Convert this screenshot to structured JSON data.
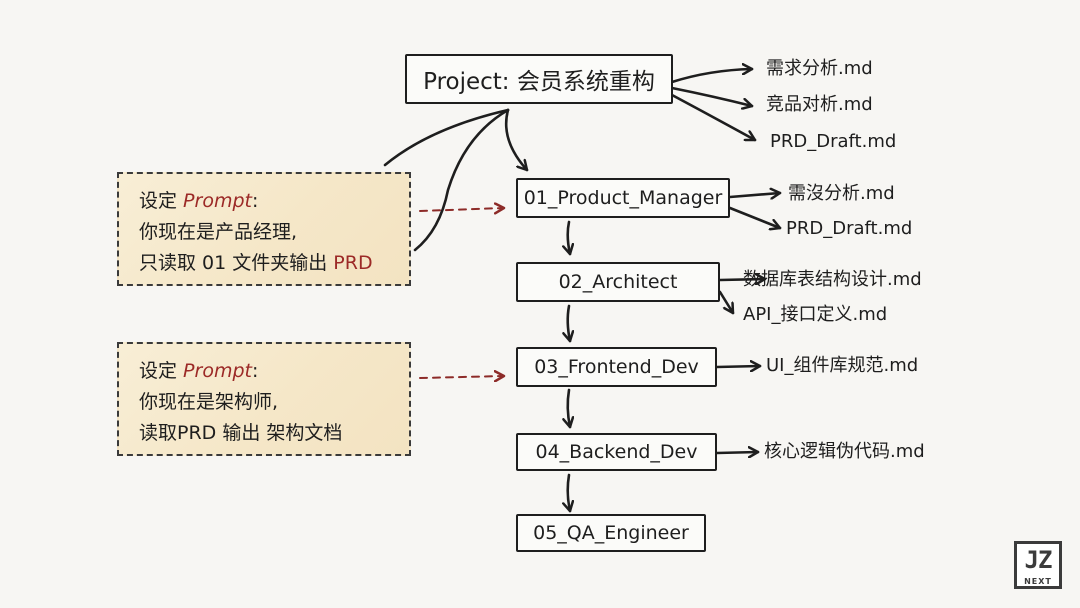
{
  "diagram": {
    "root": {
      "label": "Project: 会员系统重构"
    },
    "root_files": [
      {
        "label": "需求分析.md"
      },
      {
        "label": "竞品对析.md"
      },
      {
        "label": "PRD_Draft.md"
      }
    ],
    "folders": [
      {
        "label": "01_Product_Manager",
        "files": [
          "需沒分析.md",
          "PRD_Draft.md"
        ]
      },
      {
        "label": "02_Architect",
        "files": [
          "数据库表结构设计.md",
          "API_接口定义.md"
        ]
      },
      {
        "label": "03_Frontend_Dev",
        "files": [
          "UI_组件库规范.md"
        ]
      },
      {
        "label": "04_Backend_Dev",
        "files": [
          "核心逻辑伪代码.md"
        ]
      },
      {
        "label": "05_QA_Engineer",
        "files": []
      }
    ],
    "prompts": [
      {
        "prefix": "设定 ",
        "keyword": "Prompt",
        "colon": ":",
        "line2": "你现在是产品经理,",
        "line3_a": "只读取 01 文件夹输出 ",
        "line3_b": "PRD",
        "target": "01_Product_Manager"
      },
      {
        "prefix": "设定 ",
        "keyword": "Prompt",
        "colon": ":",
        "line2": "你现在是架构师,",
        "line3_a": "读取PRD 输出 架构文档",
        "line3_b": "",
        "target": "03_Frontend_Dev"
      }
    ],
    "colors": {
      "ink": "#1e1e1e",
      "accent_red": "#9c2a27",
      "prompt_fill": "#f6e9cc"
    }
  },
  "logo": {
    "mark": "JZ",
    "sub": "NEXT"
  }
}
